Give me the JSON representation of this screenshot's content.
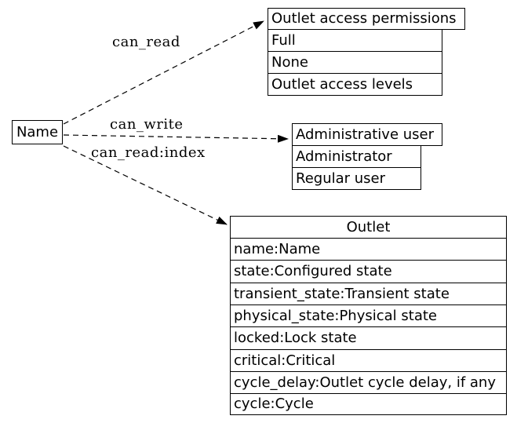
{
  "diagram": {
    "background": "#ffffff",
    "stroke_color": "#000000",
    "nodes": {
      "name": {
        "label": "Name"
      },
      "permissions": {
        "header": "Outlet access permissions",
        "rows": [
          "Full",
          "None",
          "Outlet access levels"
        ]
      },
      "admin": {
        "header": "Administrative user",
        "rows": [
          "Administrator",
          "Regular user"
        ]
      },
      "outlet": {
        "header": "Outlet",
        "rows": [
          "name:Name",
          "state:Configured state",
          "transient_state:Transient state",
          "physical_state:Physical state",
          "locked:Lock state",
          "critical:Critical",
          "cycle_delay:Outlet cycle delay, if any",
          "cycle:Cycle"
        ]
      }
    },
    "edges": [
      {
        "label": "can_read",
        "from": "Name",
        "to": "Outlet access permissions"
      },
      {
        "label": "can_write",
        "from": "Name",
        "to": "Administrative user"
      },
      {
        "label": "can_read:index",
        "from": "Name",
        "to": "Outlet"
      }
    ]
  }
}
